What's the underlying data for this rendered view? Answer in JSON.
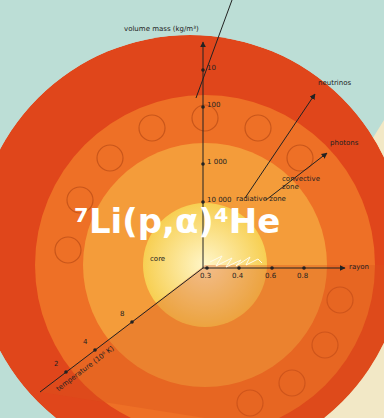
{
  "diagram": {
    "labels": [
      "volume mass (kg/m³)",
      "10",
      "100",
      "1 000",
      "10 000",
      "neutrinos",
      "convective zone",
      "photons",
      "⁷Li(p,α)⁴He",
      "radiative zone",
      "core",
      "0.3",
      "0.4",
      "0.6",
      "0.8",
      "rayon",
      "8",
      "4",
      "2",
      "temperature (10⁶ K)"
    ]
  }
}
